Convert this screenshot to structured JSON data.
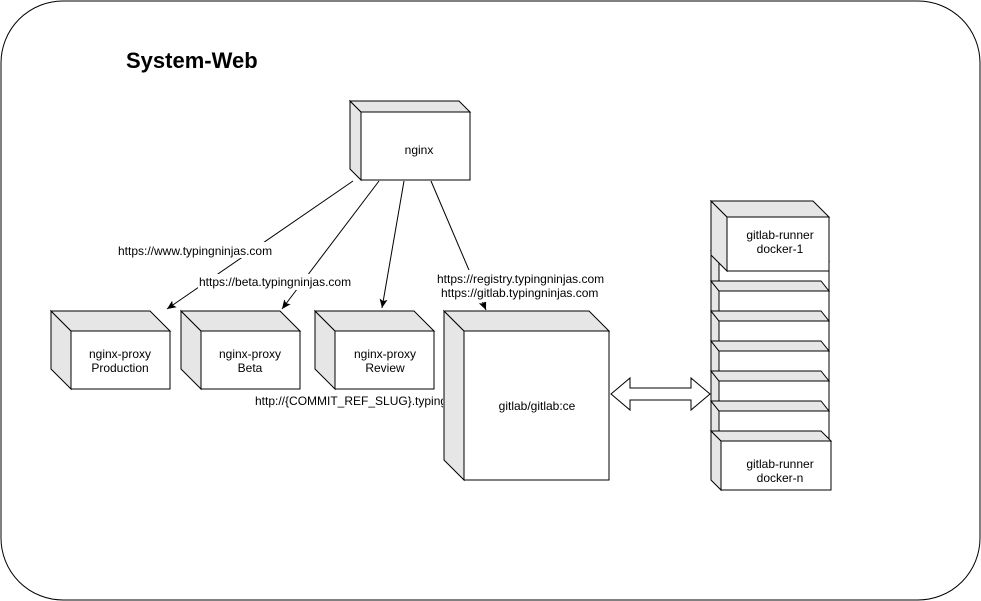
{
  "diagram": {
    "title": "System-Web",
    "nodes": {
      "nginx": "nginx",
      "proxy_production": [
        "nginx-proxy",
        "Production"
      ],
      "proxy_beta": [
        "nginx-proxy",
        "Beta"
      ],
      "proxy_review": [
        "nginx-proxy",
        "Review"
      ],
      "gitlab": "gitlab/gitlab:ce",
      "runner_first": [
        "gitlab-runner",
        "docker-1"
      ],
      "runner_last": [
        "gitlab-runner",
        "docker-n"
      ]
    },
    "edge_labels": {
      "production_url": "https://www.typingninjas.com",
      "beta_url": "https://beta.typingninjas.com",
      "registry_url": "https://registry.typingninjas.com",
      "gitlab_url": "https://gitlab.typingninjas.com",
      "review_url": "http://{COMMIT_REF_SLUG}.typingninjas.com"
    },
    "colors": {
      "box_side": "#e6e6e6",
      "stroke": "#000000",
      "background": "#ffffff"
    }
  }
}
